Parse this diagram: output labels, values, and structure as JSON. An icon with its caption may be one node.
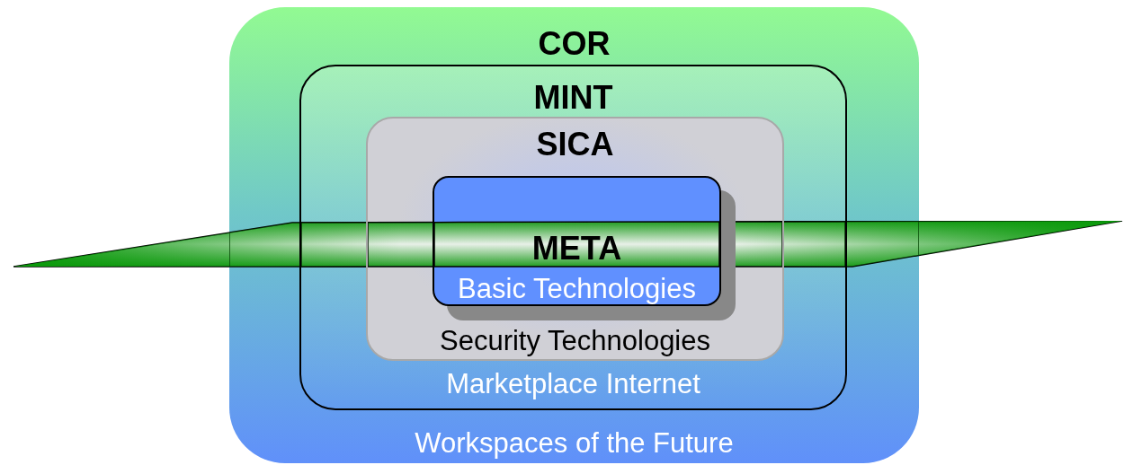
{
  "diagram": {
    "nodes": [
      {
        "text": [
          "COR",
          "Workspaces of the Future"
        ]
      },
      {
        "text": [
          "MINT",
          "Marketplace Internet"
        ],
        "in": 0
      },
      {
        "text": [
          "SICA",
          "Security Technologies"
        ],
        "in": 1
      },
      {
        "text": [
          "META",
          "Basic Technologies"
        ],
        "in": 2
      }
    ]
  }
}
